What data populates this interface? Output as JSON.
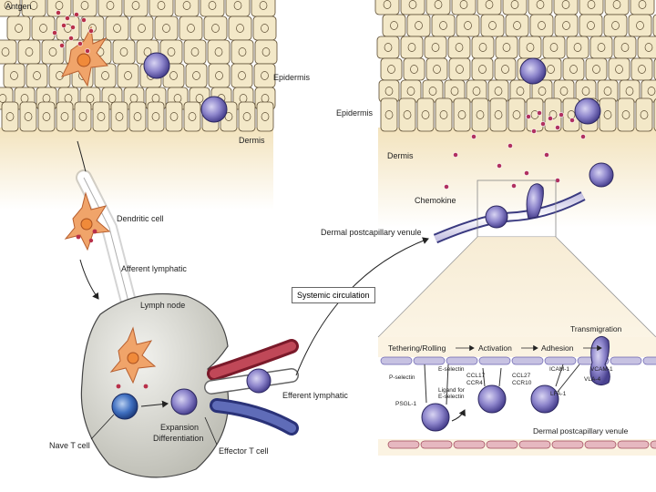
{
  "labels": {
    "antigen": "Antgen",
    "epidermis_left": "Epidermis",
    "dermis_left": "Dermis",
    "dendritic_cell": "Dendritic cell",
    "afferent_lymphatic": "Afferent lymphatic",
    "lymph_node": "Lymph node",
    "naive_t_cell": "Nave T cell",
    "expansion": "Expansion",
    "differentiation": "Differentiation",
    "effector_t_cell": "Effector T cell",
    "efferent_lymphatic": "Efferent lymphatic",
    "systemic_circulation": "Systemic circulation",
    "epidermis_right": "Epidermis",
    "dermis_right": "Dermis",
    "chemokine": "Chemokine",
    "dermal_venule_top": "Dermal postcapillary venule",
    "tethering": "Tethering/Rolling",
    "activation": "Activation",
    "adhesion": "Adhesion",
    "transmigration": "Transmigration",
    "p_selectin": "P-selectin",
    "e_selectin": "E-selectin",
    "ligand_for": "Ligand for",
    "e_selectin2": "E-selectin",
    "psgl1": "PSGL-1",
    "ccl17": "CCL17",
    "ccr4": "CCR4",
    "ccl27": "CCL27",
    "ccr10": "CCR10",
    "icam1": "ICAM-1",
    "lfa1": "LFA-1",
    "vcam1": "VCAM-1",
    "vla4": "VLA-4",
    "dermal_venule_bottom": "Dermal postcapillary venule"
  },
  "colors": {
    "cell_fill": "#f3e8c8",
    "cell_stroke": "#5a4a30",
    "dermis_top": "#f7ecd2",
    "tcell_purple": "#6a63b0",
    "dc_orange": "#e8904a",
    "antigen_red": "#b8304a",
    "artery_red": "#a83040",
    "vein_blue": "#4a58a0",
    "node_gray": "#d6d6cf"
  }
}
